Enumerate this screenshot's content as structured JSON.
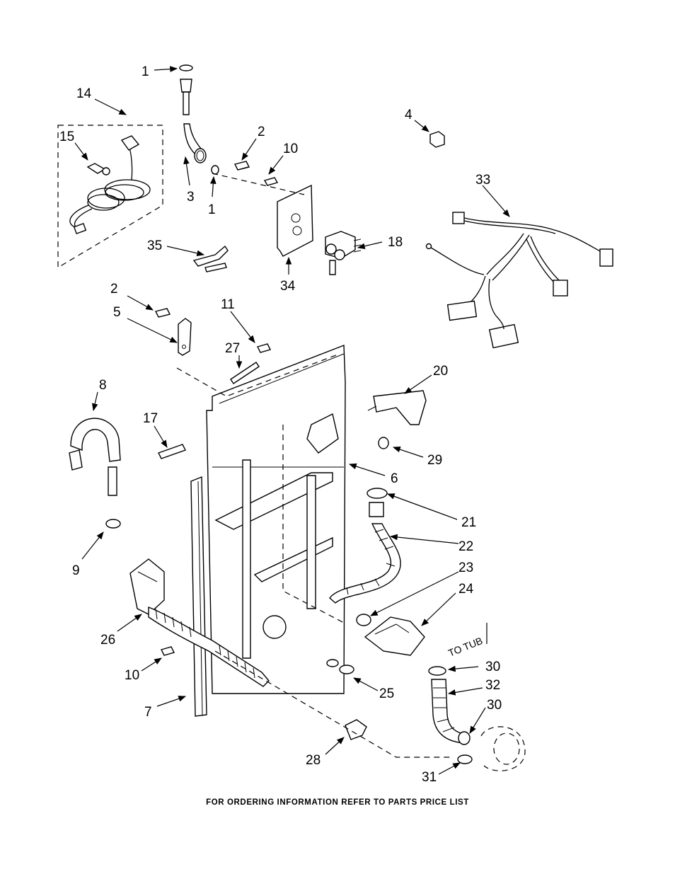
{
  "callouts": {
    "c1a": "1",
    "c1b": "1",
    "c2a": "2",
    "c2b": "2",
    "c3": "3",
    "c4": "4",
    "c5": "5",
    "c6": "6",
    "c7": "7",
    "c8": "8",
    "c9": "9",
    "c10a": "10",
    "c10b": "10",
    "c11": "11",
    "c14": "14",
    "c15": "15",
    "c17": "17",
    "c18": "18",
    "c20": "20",
    "c21": "21",
    "c22": "22",
    "c23": "23",
    "c24": "24",
    "c25": "25",
    "c26": "26",
    "c27": "27",
    "c28": "28",
    "c29": "29",
    "c30a": "30",
    "c30b": "30",
    "c31": "31",
    "c32": "32",
    "c33": "33",
    "c34": "34",
    "c35": "35"
  },
  "to_tub_label": "TO TUB",
  "footer_text": "FOR ORDERING INFORMATION REFER TO PARTS PRICE LIST"
}
